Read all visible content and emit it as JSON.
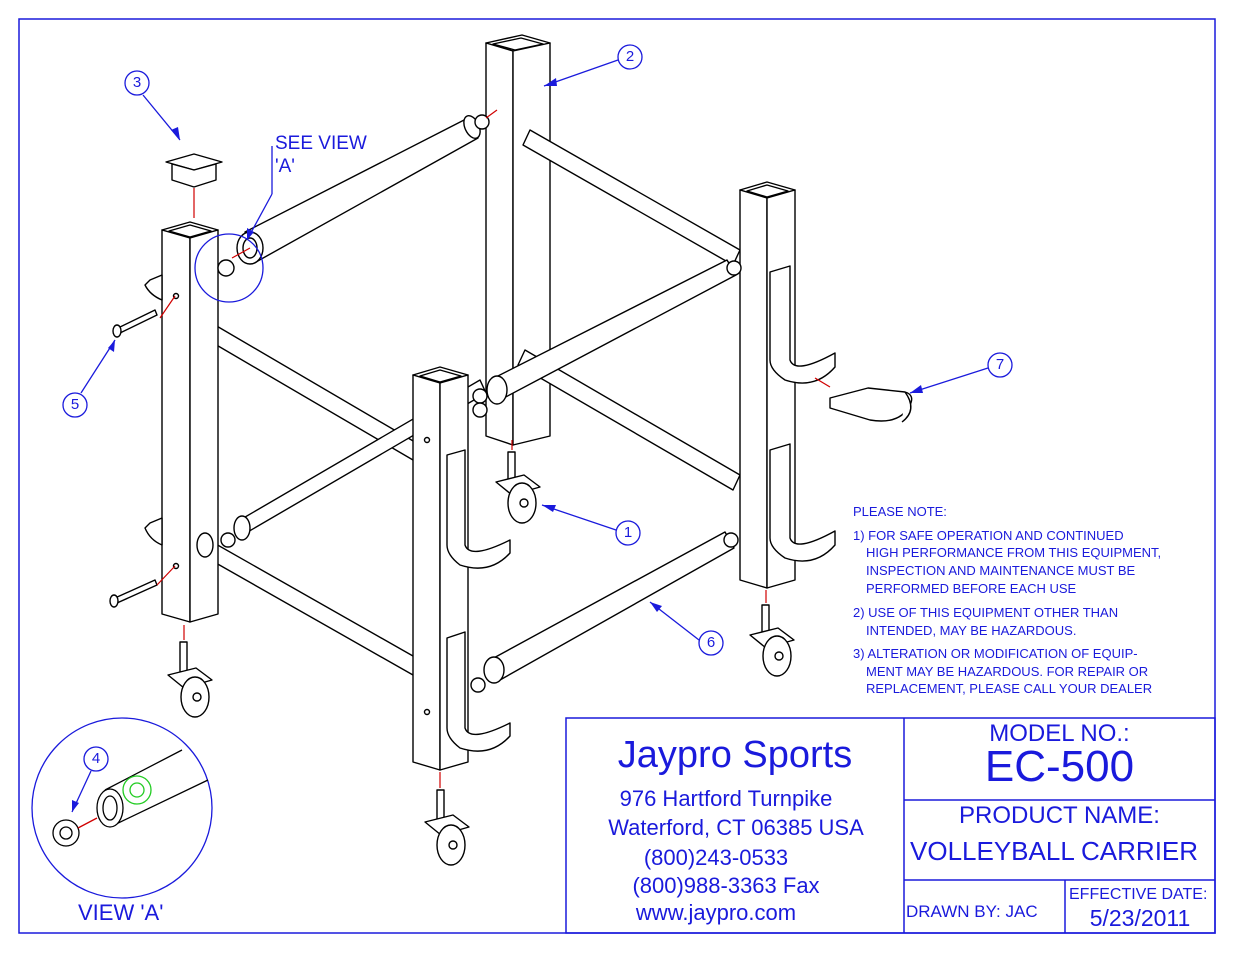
{
  "callouts": {
    "c1": "1",
    "c2": "2",
    "c3": "3",
    "c4": "4",
    "c5": "5",
    "c6": "6",
    "c7": "7"
  },
  "see_view": {
    "line1": "SEE VIEW",
    "line2": "'A'"
  },
  "view_a_label": "VIEW 'A'",
  "notes": {
    "heading": "PLEASE NOTE:",
    "n1_l1": "1) FOR SAFE OPERATION AND CONTINUED",
    "n1_l2": "HIGH PERFORMANCE FROM THIS EQUIPMENT,",
    "n1_l3": "INSPECTION AND MAINTENANCE MUST BE",
    "n1_l4": "PERFORMED BEFORE EACH USE",
    "n2_l1": "2) USE OF THIS EQUIPMENT OTHER THAN",
    "n2_l2": "INTENDED, MAY BE HAZARDOUS.",
    "n3_l1": "3) ALTERATION OR MODIFICATION OF EQUIP-",
    "n3_l2": "MENT MAY BE HAZARDOUS.  FOR REPAIR OR",
    "n3_l3": "REPLACEMENT, PLEASE CALL YOUR DEALER"
  },
  "company": {
    "name": "Jaypro Sports",
    "address1": "976 Hartford Turnpike",
    "address2": "Waterford, CT 06385 USA",
    "phone": "(800)243-0533",
    "fax": "(800)988-3363 Fax",
    "web": "www.jaypro.com"
  },
  "title_block": {
    "model_label": "MODEL NO.:",
    "model": "EC-500",
    "product_label": "PRODUCT NAME:",
    "product": "VOLLEYBALL CARRIER",
    "drawn_by": "DRAWN BY: JAC",
    "effective_label": "EFFECTIVE DATE:",
    "effective_date": "5/23/2011"
  },
  "colors": {
    "ink": "#000000",
    "blue": "#1a1adc",
    "red": "#d00000",
    "green": "#22cc22"
  }
}
